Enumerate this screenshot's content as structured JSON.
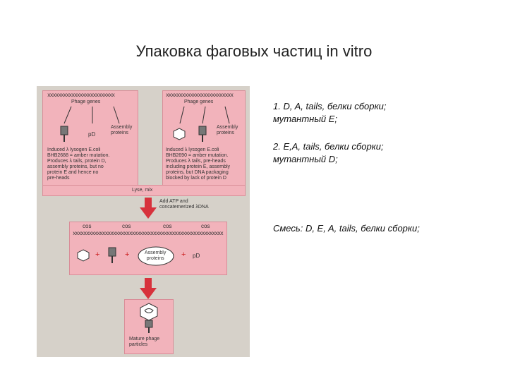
{
  "slide": {
    "title": "Упаковка фаговых частиц  in vitro"
  },
  "left_panel": {
    "dna_top_left": "xxxxxxxxxxxxxxxxxxxxxxxxx",
    "phage_genes_label": "Phage genes",
    "pd_label": "pD",
    "assembly_proteins_label": "Assembly\nproteins",
    "description": "Induced λ lysogen E.coli\nBHB2688 = amber mutation.\nProduces λ tails, protein D,\nassembly proteins, but no\nprotein E and hence no\npre-heads"
  },
  "right_panel": {
    "dna_top_right": "xxxxxxxxxxxxxxxxxxxxxxxxx",
    "phage_genes_label": "Phage genes",
    "assembly_proteins_label": "Assembly\nproteins",
    "description": "Induced λ lysogen E.coli\nBHB2690 = amber mutation.\nProduces λ tails, pre-heads\nincluding protein E, assembly\nproteins, but DNA packaging\nblocked by lack of protein D"
  },
  "lyse_mix": "Lyse, mix",
  "arrow1_label": "Add ATP and\nconcatemerized λDNA",
  "middle": {
    "cos_labels": [
      "cos",
      "cos",
      "cos",
      "cos"
    ],
    "dna": "xxxxxxxxxxxxxxxxxxxxxxxxxxxxxxxxxxxxxxxxxxxxxxxxxxxxxxxx",
    "plus": "+",
    "assembly_proteins_label": "Assembly\nproteins",
    "pd_label": "pD"
  },
  "bottom": {
    "label": "Mature phage\nparticles"
  },
  "notes": {
    "item1_line1": "1.  D, A, tails, белки сборки;",
    "item1_line2": "мутантный E;",
    "item2_line1": "2.  E,A, tails, белки сборки;",
    "item2_line2": "мутантный D;",
    "mix": "Смесь: D, E, A, tails, белки сборки;"
  },
  "colors": {
    "pink": "#f2b3bb",
    "arrow_red": "#d7323c",
    "figure_bg": "#d6d1c9"
  }
}
